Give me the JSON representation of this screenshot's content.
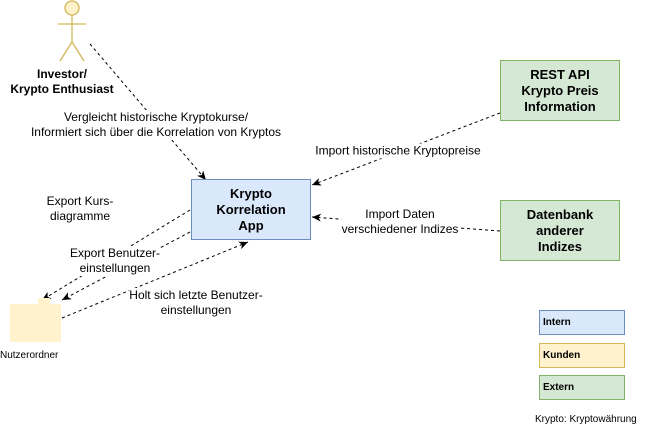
{
  "actor": {
    "name_line1": "Investor/",
    "name_line2": "Krypto Enthusiast"
  },
  "nodes": {
    "app": {
      "line1": "Krypto",
      "line2": "Korrelation",
      "line3": "App"
    },
    "rest_api": {
      "line1": "REST API",
      "line2": "Krypto Preis",
      "line3": "Information"
    },
    "database": {
      "line1": "Datenbank",
      "line2": "anderer",
      "line3": "Indizes"
    },
    "folder": {
      "label": "Nutzerordner"
    }
  },
  "edges": {
    "compare": {
      "line1": "Vergleicht historische Kryptokurse/",
      "line2": "Informiert sich über die Korrelation von Kryptos"
    },
    "import_prices": {
      "line1": "Import historische Kryptopreise"
    },
    "import_indices": {
      "line1": "Import Daten",
      "line2": "verschiedener Indizes"
    },
    "export_chart": {
      "line1": "Export Kurs-",
      "line2": "diagramme"
    },
    "export_settings": {
      "line1": "Export Benutzer-",
      "line2": "einstellungen"
    },
    "load_settings": {
      "line1": "Holt sich letzte Benutzer-",
      "line2": "einstellungen"
    }
  },
  "legend": {
    "intern": "Intern",
    "kunden": "Kunden",
    "extern": "Extern"
  },
  "footnote": "Krypto: Kryptowährung",
  "colors": {
    "intern": "#dae8fc",
    "kunden": "#fff2cc",
    "extern": "#d5e8d4"
  }
}
